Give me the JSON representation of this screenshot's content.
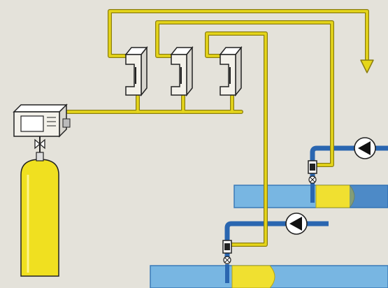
{
  "diagram": {
    "colors": {
      "background": "#e4e2da",
      "gas_line": "#e6d61a",
      "gas_line_outline": "#8a7d10",
      "water_pipe": "#2a66b0",
      "tank_water": "#78b6e2",
      "tank_gas": "#f0e030",
      "cylinder": "#f0e020",
      "device_body": "#f3f1ea",
      "outline": "#222222"
    },
    "components": {
      "gas_cylinder": "gas-cylinder",
      "controller": "controller-unit",
      "injectors": [
        "injector-1",
        "injector-2",
        "injector-3"
      ],
      "pumps": [
        "pump-upper",
        "pump-lower"
      ],
      "tanks": [
        "tank-upper",
        "tank-lower"
      ],
      "valves": [
        "valve-upper",
        "valve-lower"
      ],
      "outlet_arrow": "arrow-down-icon"
    }
  }
}
